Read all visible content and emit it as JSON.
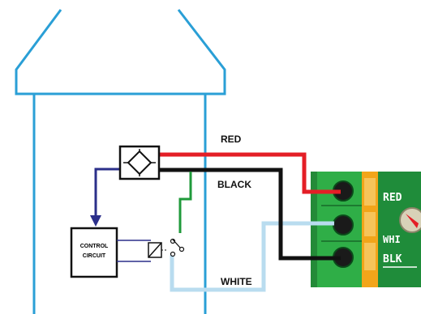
{
  "wires": {
    "red": {
      "label": "RED",
      "color": "#e41e26"
    },
    "black": {
      "label": "BLACK",
      "color": "#111111"
    },
    "white": {
      "label": "WHITE",
      "color": "#b9dcef"
    },
    "green": {
      "color": "#1f9a3a"
    },
    "blue": {
      "color": "#2b2f8a"
    }
  },
  "fixture": {
    "color": "#2a9fd6"
  },
  "control_circuit": {
    "line1": "CONTROL",
    "line2": "CIRCUIT"
  },
  "terminal_board": {
    "color": "#2fae47",
    "labels": {
      "red": "RED",
      "white": "WHI",
      "black": "BLK"
    }
  }
}
